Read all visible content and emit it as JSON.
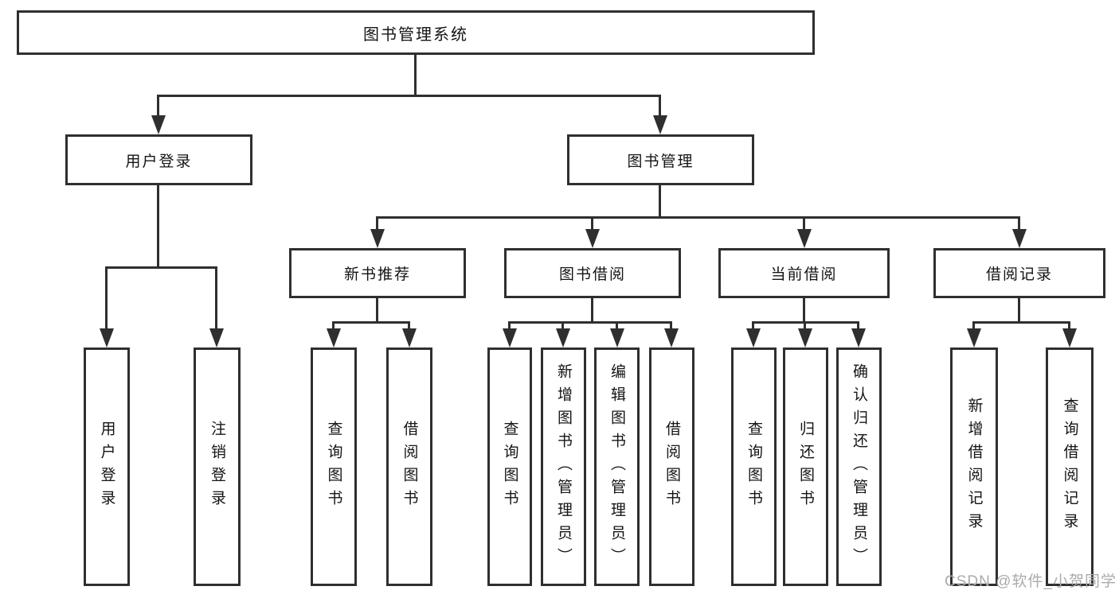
{
  "colors": {
    "background": "#ffffff",
    "line": "#2f2f2f",
    "text": "#141414",
    "watermark": "#ababab"
  },
  "diagram": {
    "type": "hierarchy-tree",
    "title": "图书管理系统"
  },
  "nodes": {
    "root": "图书管理系统",
    "user_login": "用户登录",
    "book_mgmt": "图书管理",
    "new_book_rec": "新书推荐",
    "book_borrow": "图书借阅",
    "current_borrow": "当前借阅",
    "borrow_records": "借阅记录",
    "leaf_user_login": "用户登录",
    "leaf_logout": "注销登录",
    "leaf_query_book_1": "查询图书",
    "leaf_borrow_book_1": "借阅图书",
    "leaf_query_book_2": "查询图书",
    "leaf_add_book": "新增图书（管理员）",
    "leaf_edit_book": "编辑图书（管理员）",
    "leaf_borrow_book_2": "借阅图书",
    "leaf_query_book_3": "查询图书",
    "leaf_return_book": "归还图书",
    "leaf_confirm_return": "确认归还（管理员）",
    "leaf_add_record": "新增借阅记录",
    "leaf_query_record": "查询借阅记录"
  },
  "watermark": "CSDN @软件_小贺同学"
}
